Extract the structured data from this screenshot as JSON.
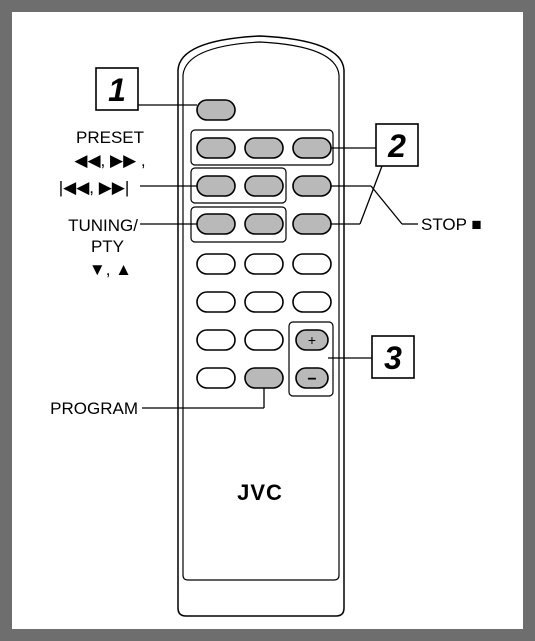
{
  "callouts": {
    "one": "1",
    "two": "2",
    "three": "3"
  },
  "labels": {
    "preset": "PRESET",
    "preset_symbols": "◀◀, ▶▶ ,",
    "skip_symbols": "|◀◀, ▶▶|",
    "tuning": "TUNING/",
    "pty": "PTY",
    "tuning_symbols": "▼, ▲",
    "stop": "STOP ■",
    "program": "PROGRAM"
  },
  "remote": {
    "brand": "JVC",
    "plus": "+",
    "minus": "−"
  },
  "colors": {
    "frame": "#6e6e6e",
    "button_gray": "#b9b9b9",
    "background": "#ffffff"
  }
}
